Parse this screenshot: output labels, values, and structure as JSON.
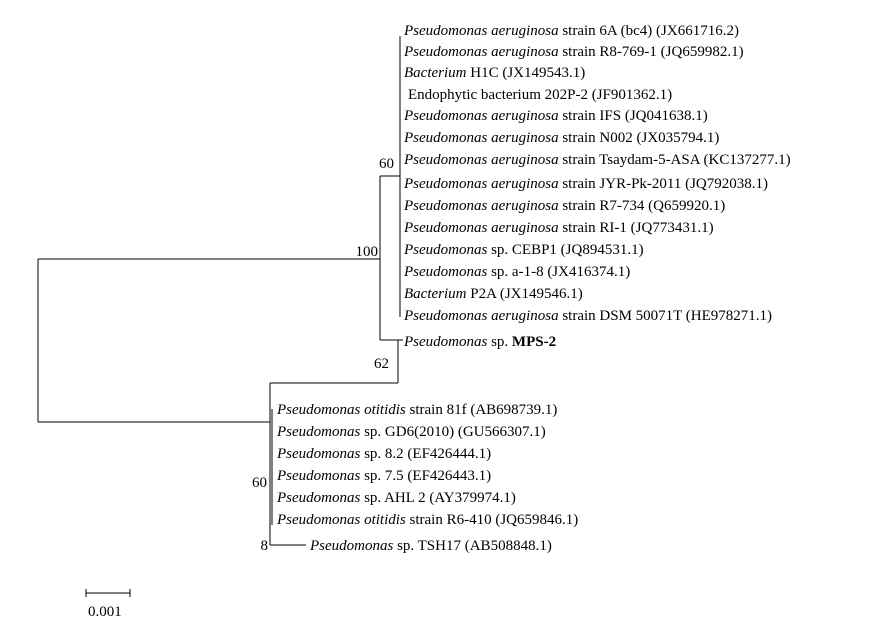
{
  "tree": {
    "clade_a": {
      "leaves": [
        {
          "genus": "Pseudomonas aeruginosa",
          "rest": " strain 6A (bc4) (JX661716.2)"
        },
        {
          "genus": "Pseudomonas aeruginosa",
          "rest": " strain R8-769-1 (JQ659982.1)"
        },
        {
          "genus": "Bacterium",
          "rest": " H1C (JX149543.1)"
        },
        {
          "genus": "",
          "rest": "Endophytic bacterium  202P-2 (JF901362.1)"
        },
        {
          "genus": "Pseudomonas aeruginosa",
          "rest": " strain IFS (JQ041638.1)"
        },
        {
          "genus": "Pseudomonas aeruginosa",
          "rest": " strain N002 (JX035794.1)"
        },
        {
          "genus": "Pseudomonas aeruginosa",
          "rest": " strain Tsaydam-5-ASA (KC137277.1)"
        },
        {
          "genus": "Pseudomonas aeruginosa",
          "rest": " strain JYR-Pk-2011 (JQ792038.1)"
        },
        {
          "genus": "Pseudomonas aeruginosa",
          "rest": " strain R7-734 (Q659920.1)"
        },
        {
          "genus": "Pseudomonas aeruginosa",
          "rest": " strain RI-1 (JQ773431.1)"
        },
        {
          "genus": "Pseudomonas",
          "rest": " sp. CEBP1 (JQ894531.1)"
        },
        {
          "genus": "Pseudomonas",
          "rest": " sp. a-1-8 (JX416374.1)"
        },
        {
          "genus": "Bacterium",
          "rest": " P2A (JX149546.1)"
        },
        {
          "genus": "Pseudomonas aeruginosa",
          "rest": " strain DSM 50071T (HE978271.1)"
        }
      ],
      "support": "60"
    },
    "query_leaf": {
      "genus": "Pseudomonas",
      "rest": " sp. ",
      "bold": "MPS-2"
    },
    "clade_b": {
      "leaves": [
        {
          "genus": "Pseudomonas otitidis",
          "rest": " strain 81f (AB698739.1)"
        },
        {
          "genus": "Pseudomonas",
          "rest": " sp. GD6(2010) (GU566307.1)"
        },
        {
          "genus": "Pseudomonas",
          "rest": " sp. 8.2 (EF426444.1)"
        },
        {
          "genus": "Pseudomonas",
          "rest": " sp. 7.5 (EF426443.1)"
        },
        {
          "genus": "Pseudomonas",
          "rest": " sp. AHL 2 (AY379974.1)"
        },
        {
          "genus": "Pseudomonas otitidis",
          "rest": " strain R6-410 (JQ659846.1)"
        }
      ],
      "support": "60"
    },
    "tsh_leaf": {
      "genus": "Pseudomonas",
      "rest": " sp. TSH17 (AB508848.1)",
      "support": "8"
    },
    "support_top": "100",
    "support_mps": "62"
  },
  "scale_bar": {
    "label": "0.001"
  }
}
